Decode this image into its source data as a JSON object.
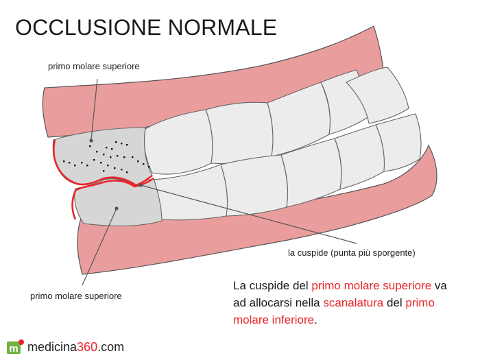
{
  "title": "OCCLUSIONE NORMALE",
  "labels": {
    "upper_molar": "primo molare superiore",
    "cusp": "la cuspide (punta più sporgente)",
    "lower_molar": "primo molare superiore"
  },
  "caption": {
    "p1": "La cuspide del ",
    "p2": "primo molare superiore",
    "p3": " va ad allocarsi nella ",
    "p4": "scanalatura",
    "p5": " del ",
    "p6": "primo molare inferiore",
    "p7": "."
  },
  "brand": {
    "name": "medicina",
    "num": "360",
    "suffix": ".com",
    "logo_letter": "m"
  },
  "colors": {
    "gum": "#e99d9c",
    "tooth": "#ececec",
    "highlight": "#e8262a",
    "molar_fill": "#d6d6d6",
    "brand_green": "#6fb23f"
  }
}
